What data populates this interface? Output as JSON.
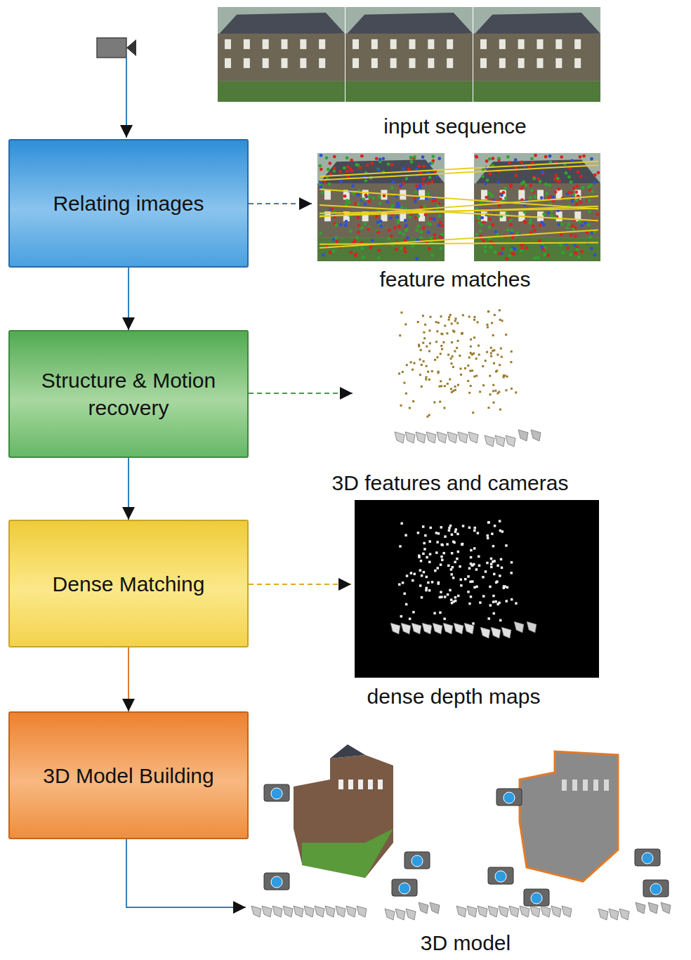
{
  "diagram": {
    "nodes": [
      {
        "text": [
          "Relating images"
        ]
      },
      {
        "text": [
          "Structure & Motion recovery"
        ]
      },
      {
        "text": [
          "Dense Matching"
        ]
      },
      {
        "text": [
          "3D Model Building"
        ]
      }
    ],
    "edges": [
      {
        "from": 0,
        "to": 1,
        "arrow": "to"
      },
      {
        "from": 1,
        "to": 2,
        "arrow": "to"
      },
      {
        "from": 2,
        "to": 3,
        "arrow": "to"
      }
    ],
    "labels": [
      "input sequence",
      "feature matches",
      "3D features and cameras",
      "dense depth maps",
      "3D model"
    ]
  }
}
